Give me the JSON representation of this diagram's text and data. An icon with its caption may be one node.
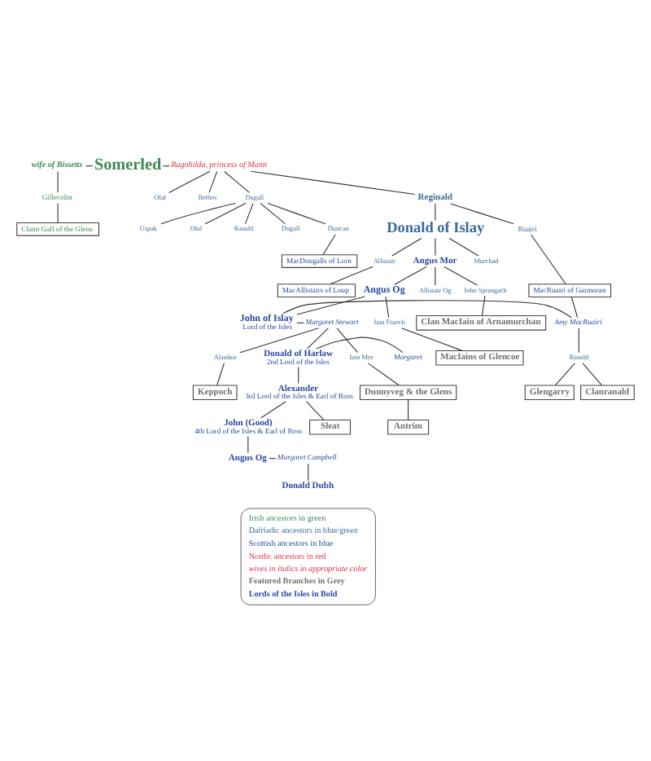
{
  "diagram": {
    "nodes": [
      {
        "text": [
          "wife of Bissetts"
        ]
      },
      {
        "text": [
          "Somerled"
        ]
      },
      {
        "text": [
          "Ragnhilda, princess of Mann"
        ]
      },
      {
        "text": [
          "Gillecolm"
        ]
      },
      {
        "text": [
          "Dugall"
        ]
      },
      {
        "text": [
          "Reginald"
        ]
      },
      {
        "text": [
          "Olaf"
        ]
      },
      {
        "text": [
          "Bethoc"
        ]
      },
      {
        "text": [
          "Clann Gall of the Glens"
        ]
      },
      {
        "text": [
          "Olaf"
        ]
      },
      {
        "text": [
          "Ranald"
        ]
      },
      {
        "text": [
          "Dugall"
        ]
      },
      {
        "text": [
          "Duncan"
        ]
      },
      {
        "text": [
          "Uspak"
        ]
      },
      {
        "text": [
          "Donald of Islay"
        ]
      },
      {
        "text": [
          "Ruairi"
        ]
      },
      {
        "text": [
          "MacDougalls of Lorn"
        ]
      },
      {
        "text": [
          "MacRuairi of Garmoran"
        ]
      },
      {
        "text": [
          "Allistair"
        ]
      },
      {
        "text": [
          "Angus Mor"
        ]
      },
      {
        "text": [
          "Murchad"
        ]
      },
      {
        "text": [
          "MacAllistairs of Loup"
        ]
      },
      {
        "text": [
          "Allistair Og"
        ]
      },
      {
        "text": [
          "Angus Og"
        ]
      },
      {
        "text": [
          "John Sprangach"
        ]
      },
      {
        "text": [
          "Iain Fraoch"
        ]
      },
      {
        "text": [
          "Clan MacIain of Arnamurchan"
        ]
      },
      {
        "text": [
          "MacIains of Glencoe"
        ]
      },
      {
        "text": [
          "Margaret Stewart"
        ]
      },
      {
        "text": [
          "John of Islay",
          "Lord of the Isles"
        ]
      },
      {
        "text": [
          "Amy MacRuairi"
        ]
      },
      {
        "text": [
          "Alasdair"
        ]
      },
      {
        "text": [
          "Iain Mor"
        ]
      },
      {
        "text": [
          "Donald of Harlaw",
          "2nd Lord of the Isles"
        ]
      },
      {
        "text": [
          "Margaret"
        ]
      },
      {
        "text": [
          "Ranald"
        ]
      },
      {
        "text": [
          "Dunnyveg & the Glens"
        ]
      },
      {
        "text": [
          "Glengarry"
        ]
      },
      {
        "text": [
          "Clanranald"
        ]
      },
      {
        "text": [
          "Alexander",
          "3rd Lord of the Isles & Earl of Ross"
        ]
      },
      {
        "text": [
          "Keppoch"
        ]
      },
      {
        "text": [
          "Antrim"
        ]
      },
      {
        "text": [
          "Sleat"
        ]
      },
      {
        "text": [
          "John (Good)",
          "4th Lord of the Isles & Earl of Ross"
        ]
      },
      {
        "text": [
          "Angus Og"
        ]
      },
      {
        "text": [
          "Margaret Campbell"
        ]
      },
      {
        "text": [
          "Donald Dubh"
        ]
      }
    ],
    "edges": [
      {
        "from": 0,
        "to": 1,
        "arrow": "none"
      },
      {
        "from": 1,
        "to": 2,
        "arrow": "none"
      },
      {
        "from": 0,
        "to": 3,
        "arrow": "none"
      },
      {
        "from": 2,
        "to": 4,
        "arrow": "none"
      },
      {
        "from": 2,
        "to": 5,
        "arrow": "none"
      },
      {
        "from": 2,
        "to": 6,
        "arrow": "none"
      },
      {
        "from": 2,
        "to": 7,
        "arrow": "none"
      },
      {
        "from": 3,
        "to": 8,
        "arrow": "none"
      },
      {
        "from": 4,
        "to": 9,
        "arrow": "none"
      },
      {
        "from": 4,
        "to": 10,
        "arrow": "none"
      },
      {
        "from": 4,
        "to": 11,
        "arrow": "none"
      },
      {
        "from": 4,
        "to": 12,
        "arrow": "none"
      },
      {
        "from": 4,
        "to": 13,
        "arrow": "none"
      },
      {
        "from": 5,
        "to": 14,
        "arrow": "none"
      },
      {
        "from": 5,
        "to": 15,
        "arrow": "none"
      },
      {
        "from": 12,
        "to": 16,
        "arrow": "none"
      },
      {
        "from": 15,
        "to": 17,
        "arrow": "none"
      },
      {
        "from": 14,
        "to": 18,
        "arrow": "none"
      },
      {
        "from": 14,
        "to": 19,
        "arrow": "none"
      },
      {
        "from": 14,
        "to": 20,
        "arrow": "none"
      },
      {
        "from": 18,
        "to": 21,
        "arrow": "none"
      },
      {
        "from": 19,
        "to": 22,
        "arrow": "none"
      },
      {
        "from": 19,
        "to": 23,
        "arrow": "none"
      },
      {
        "from": 19,
        "to": 24,
        "arrow": "none"
      },
      {
        "from": 23,
        "to": 25,
        "arrow": "none"
      },
      {
        "from": 24,
        "to": 26,
        "arrow": "none"
      },
      {
        "from": 25,
        "to": 27,
        "arrow": "none"
      },
      {
        "from": 23,
        "to": 29,
        "arrow": "none"
      },
      {
        "from": 28,
        "to": 29,
        "arrow": "none"
      },
      {
        "from": 29,
        "to": 30,
        "arrow": "none"
      },
      {
        "from": 17,
        "to": 30,
        "arrow": "none"
      },
      {
        "from": 28,
        "to": 31,
        "arrow": "none"
      },
      {
        "from": 28,
        "to": 32,
        "arrow": "none"
      },
      {
        "from": 28,
        "to": 33,
        "arrow": "none"
      },
      {
        "from": 33,
        "to": 34,
        "arrow": "none"
      },
      {
        "from": 30,
        "to": 35,
        "arrow": "none"
      },
      {
        "from": 32,
        "to": 36,
        "arrow": "none"
      },
      {
        "from": 35,
        "to": 37,
        "arrow": "none"
      },
      {
        "from": 35,
        "to": 38,
        "arrow": "none"
      },
      {
        "from": 33,
        "to": 39,
        "arrow": "none"
      },
      {
        "from": 31,
        "to": 40,
        "arrow": "none"
      },
      {
        "from": 36,
        "to": 41,
        "arrow": "none"
      },
      {
        "from": 39,
        "to": 42,
        "arrow": "none"
      },
      {
        "from": 39,
        "to": 43,
        "arrow": "none"
      },
      {
        "from": 43,
        "to": 44,
        "arrow": "none"
      },
      {
        "from": 44,
        "to": 45,
        "arrow": "none"
      },
      {
        "from": 45,
        "to": 46,
        "arrow": "none"
      }
    ],
    "legend": [
      {
        "text": "Irish ancestors in green"
      },
      {
        "text": "Dalriadic ancestors in blue/green"
      },
      {
        "text": "Scottish ancestors in blue"
      },
      {
        "text": "Nordic ancestors in red"
      },
      {
        "text": "wives in italics in appropriate color"
      },
      {
        "text": "Featured Branches in Grey"
      },
      {
        "text": "Lords of the Isles in Bold"
      }
    ]
  }
}
